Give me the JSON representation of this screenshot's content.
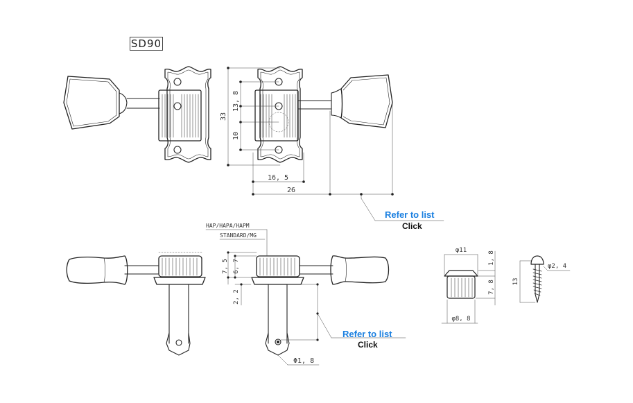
{
  "model": "SD90",
  "links": {
    "top": {
      "label": "Refer to list",
      "action": "Click"
    },
    "bottom": {
      "label": "Refer to list",
      "action": "Click"
    }
  },
  "dimensions": {
    "height_total": "33",
    "upper_offset": "13, 8",
    "lower_offset": "10",
    "post_offset": "16, 5",
    "overall_width": "26",
    "post_diameter": "Φ1, 8",
    "collar_height_a": "7, 5",
    "collar_height_b": "6, 7",
    "washer_thickness": "2, 2",
    "bushing_top_diameter": "φ11",
    "bushing_flange": "1, 8",
    "bushing_height": "7, 8",
    "bushing_diameter": "φ8, 8",
    "screw_length": "13",
    "screw_diameter": "φ2, 4"
  },
  "variants": {
    "hap": "HAP/HAPA/HAPM",
    "standard": "STANDARD/MG"
  }
}
